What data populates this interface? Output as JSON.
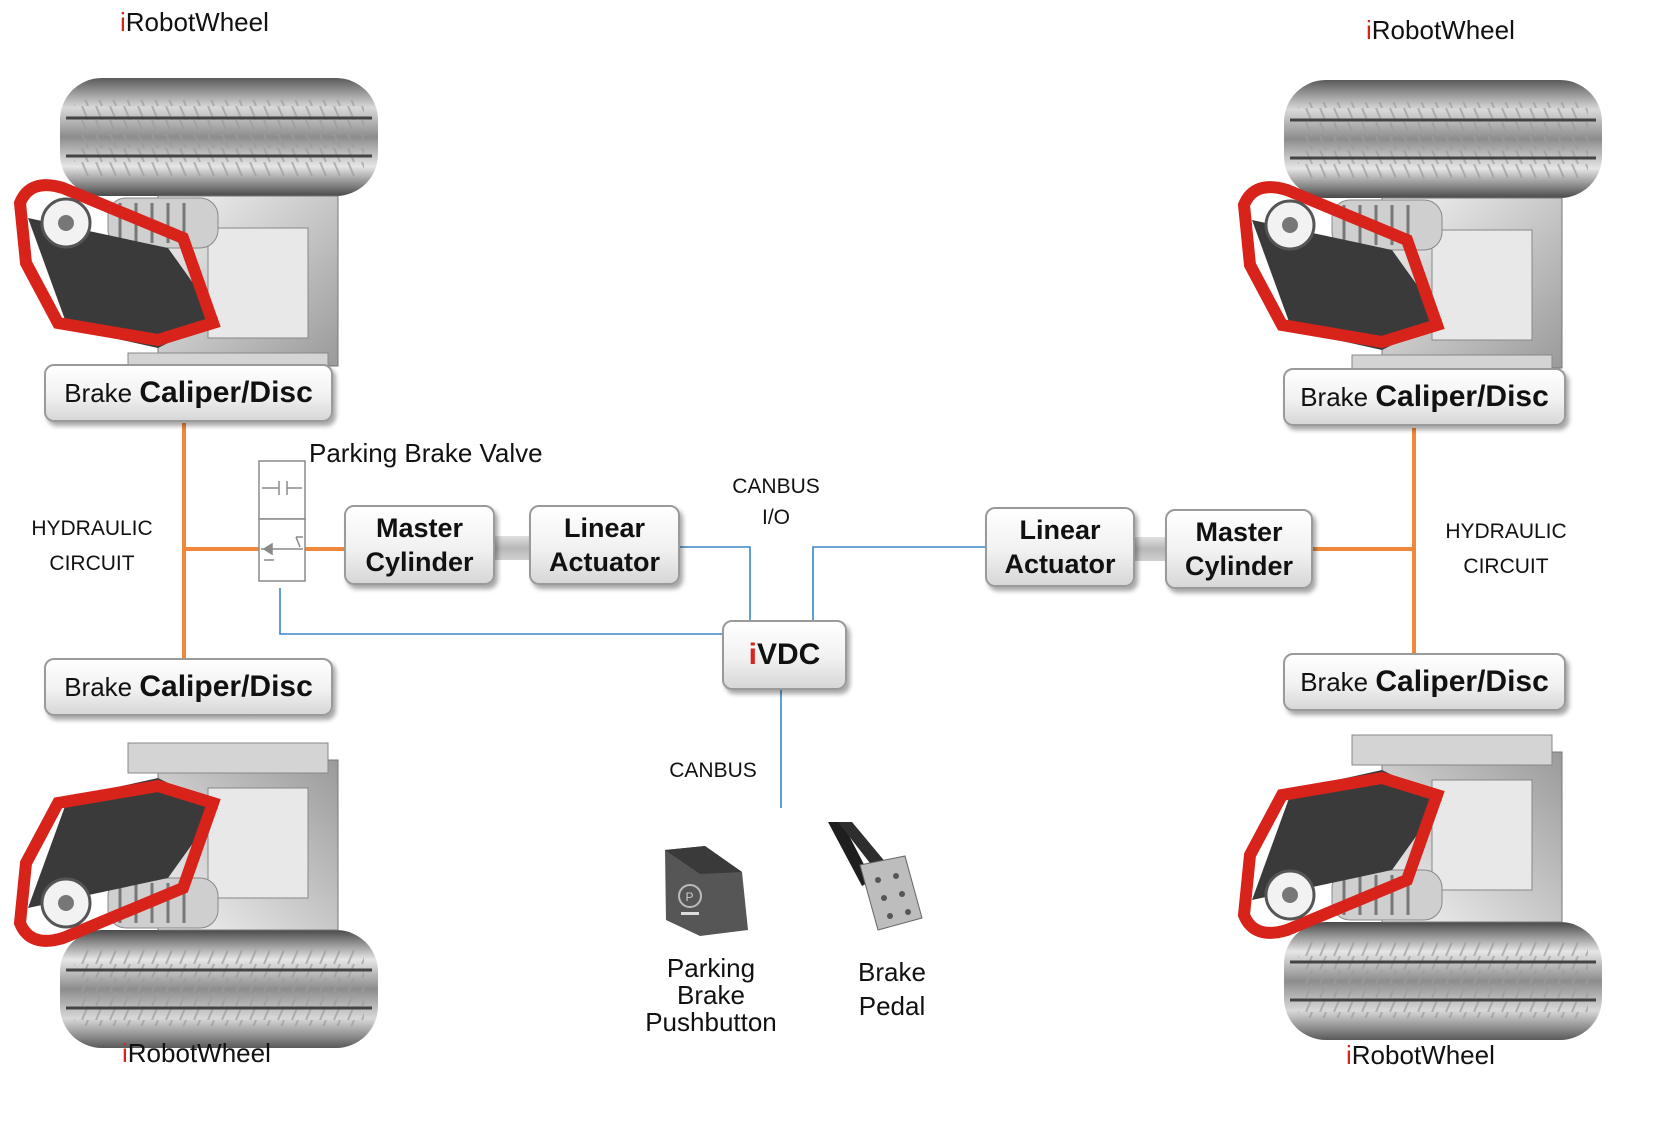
{
  "wheels": {
    "top_left": {
      "prefix": "i",
      "name": "RobotWheel"
    },
    "top_right": {
      "prefix": "i",
      "name": "RobotWheel"
    },
    "bottom_left": {
      "prefix": "i",
      "name": "RobotWheel"
    },
    "bottom_right": {
      "prefix": "i",
      "name": "RobotWheel"
    }
  },
  "calipers": {
    "prefix": "Brake",
    "name": "Caliper/Disc"
  },
  "hydraulic": {
    "line1": "HYDRAULIC",
    "line2": "CIRCUIT"
  },
  "parking_valve": "Parking Brake Valve",
  "master_cylinder": {
    "line1": "Master",
    "line2": "Cylinder"
  },
  "linear_actuator": {
    "line1": "Linear",
    "line2": "Actuator"
  },
  "canbus_io": {
    "line1": "CANBUS",
    "line2": "I/O"
  },
  "ivdc": {
    "prefix": "i",
    "name": "VDC"
  },
  "canbus": "CANBUS",
  "pushbutton": {
    "line1": "Parking",
    "line2": "Brake",
    "line3": "Pushbutton"
  },
  "pedal": {
    "line1": "Brake",
    "line2": "Pedal"
  },
  "colors": {
    "hydraulic_line": "#f0883b",
    "canbus_line": "#3a86c8",
    "accent": "#d8231b"
  }
}
